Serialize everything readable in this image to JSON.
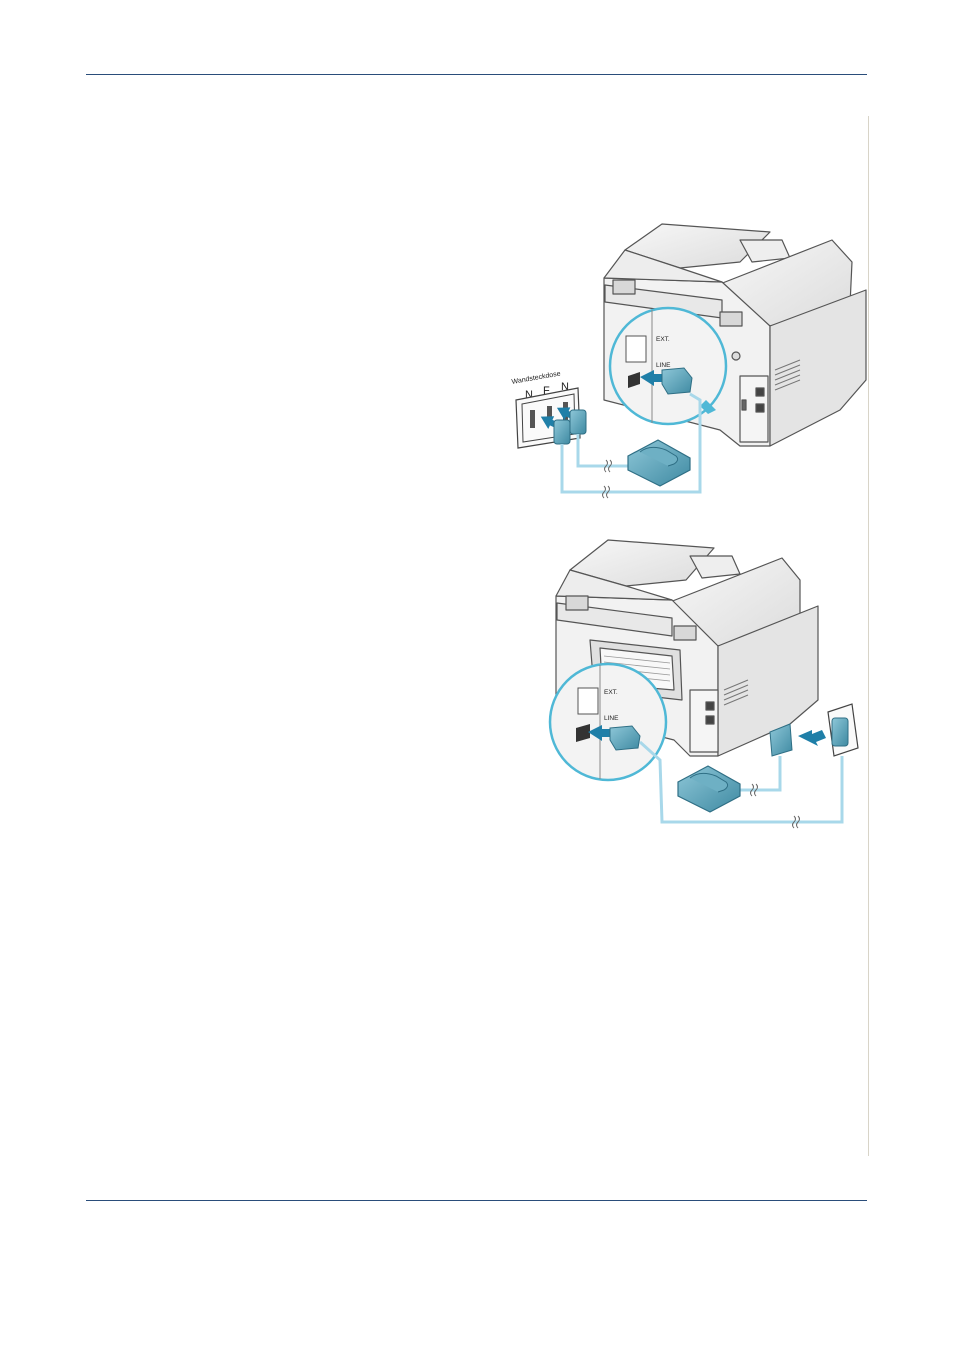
{
  "figure1": {
    "wall_socket_label": "Wandsteckdose",
    "socket_letters": [
      "N",
      "F",
      "N"
    ],
    "port_ext_label": "EXT.",
    "port_line_label": "LINE"
  },
  "figure2": {
    "port_ext_label": "EXT.",
    "port_line_label": "LINE"
  },
  "colors": {
    "rule": "#2a4d7a",
    "cable": "#a8d8ea",
    "plug": "#5b9fb3",
    "arrow": "#1f7fa8",
    "callout_border": "#4fb8d6"
  }
}
